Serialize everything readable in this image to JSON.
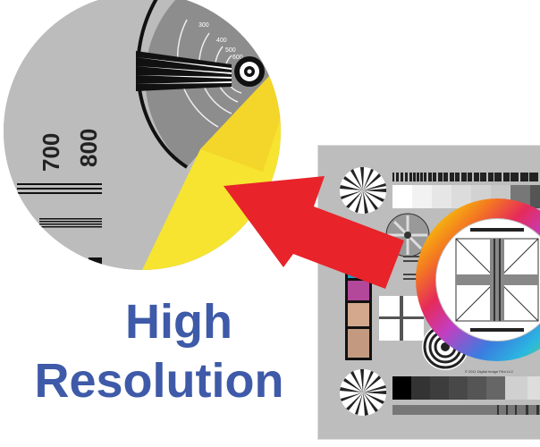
{
  "headline": {
    "line1": "High",
    "line2": "Resolution",
    "color": "#3e5aa8"
  },
  "magnifier": {
    "labels": [
      "700",
      "800"
    ],
    "arc_labels": [
      "300",
      "400",
      "500",
      "600"
    ],
    "highlight_color": "#f7e22a"
  },
  "arrow": {
    "color": "#e8232a",
    "direction": "up-left"
  },
  "test_chart": {
    "background": "#bdbdbd",
    "swatches": [
      "#e5a020",
      "#1a9fbf",
      "#b3479a",
      "#d3a88c",
      "#c39a80"
    ],
    "grayscale_top": [
      "#ffffff",
      "#f2f2f2",
      "#e6e6e6",
      "#dcdcdc",
      "#d2d2d2",
      "#c8c8c8",
      "#777777",
      "#555555"
    ],
    "grayscale_bottom": [
      "#000000",
      "#333333",
      "#3d3d3d",
      "#484848",
      "#555555",
      "#666666",
      "#d0d0d0",
      "#dddddd"
    ],
    "copyright": "© 2011 Digital Image Film LLC"
  }
}
